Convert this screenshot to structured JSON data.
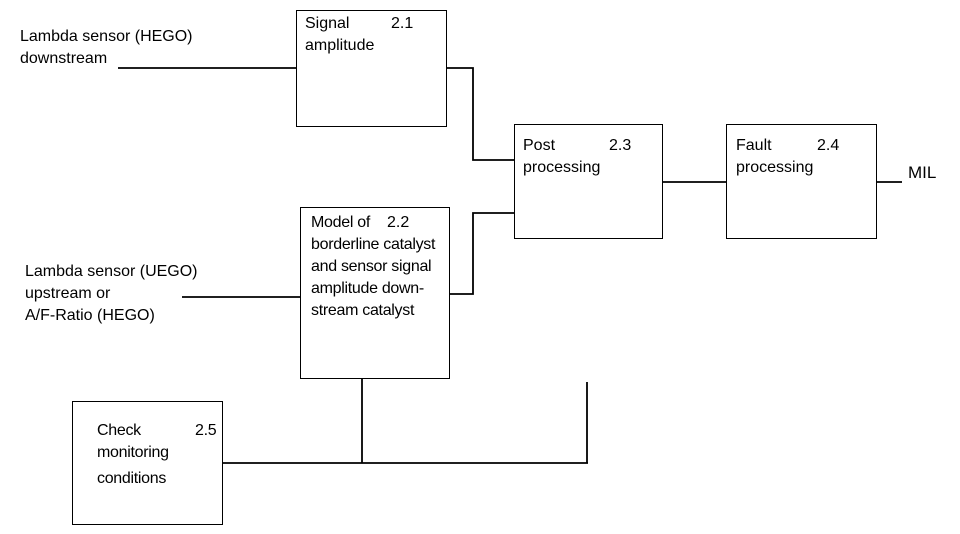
{
  "inputs": {
    "hego_downstream": {
      "line1": "Lambda sensor (HEGO)",
      "line2": "downstream"
    },
    "uego_upstream": {
      "line1": "Lambda sensor (UEGO)",
      "line2": "upstream  or",
      "line3": "A/F-Ratio (HEGO)"
    }
  },
  "blocks": {
    "signal_amplitude": {
      "line1": "Signal",
      "line2": "amplitude",
      "number": "2.1"
    },
    "model": {
      "line1": "Model of",
      "line2": "borderline catalyst",
      "line3": "and sensor signal",
      "line4": "amplitude down-",
      "line5": "stream catalyst",
      "number": "2.2"
    },
    "post_processing": {
      "line1": "Post",
      "line2": "processing",
      "number": "2.3"
    },
    "fault_processing": {
      "line1": "Fault",
      "line2": "processing",
      "number": "2.4"
    },
    "check_conditions": {
      "line1": "Check",
      "line2": "monitoring",
      "line3": "conditions",
      "number": "2.5"
    }
  },
  "output": {
    "label": "MIL"
  }
}
